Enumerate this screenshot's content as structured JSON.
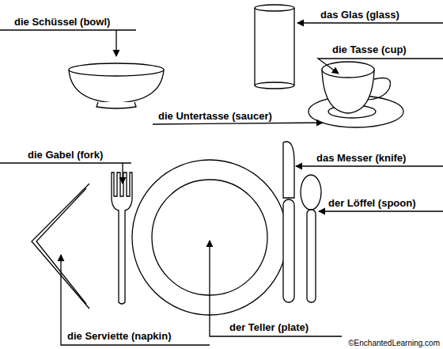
{
  "diagram": {
    "labels": [
      "das Glas (glass)",
      "die Schüssel (bowl)",
      "die Tasse (cup)",
      "die Untertasse (saucer)",
      "die Gabel (fork)",
      "das Messer (knife)",
      "der Löffel (spoon)",
      "der Teller (plate)",
      "die Serviette (napkin)",
      "©EnchantedLearning.com"
    ]
  }
}
